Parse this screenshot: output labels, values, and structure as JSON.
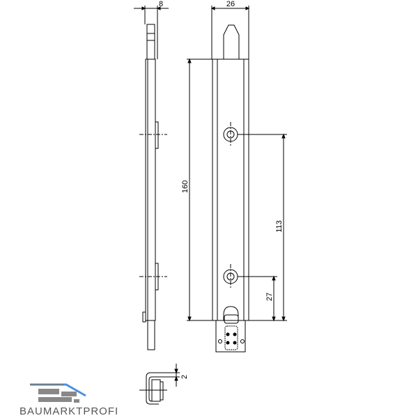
{
  "dimensions": {
    "side_width": "8",
    "front_width": "26",
    "total_length": "160",
    "hole_spacing": "113",
    "lower_hole_offset": "27",
    "bottom_thickness": "2"
  },
  "logo": {
    "text": "BAUMARKTPROFI",
    "accent_color": "#4a90e2"
  }
}
